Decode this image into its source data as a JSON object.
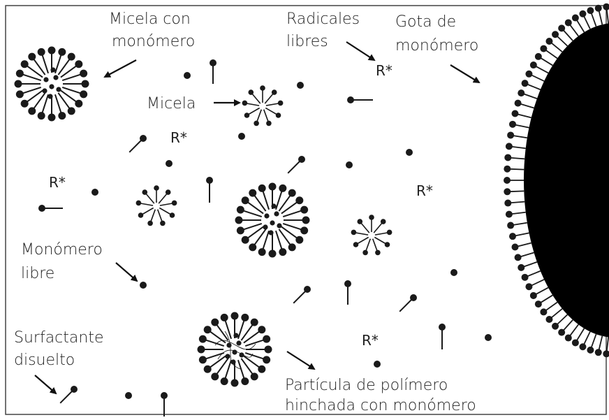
{
  "labels": {
    "micelle_with_monomer": [
      "Micela con",
      "monómero"
    ],
    "free_radicals": [
      "Radicales",
      "libres"
    ],
    "monomer_drop": [
      "Gota de",
      "monómero"
    ],
    "micelle": "Micela",
    "free_monomer": [
      "Monómero",
      "libre"
    ],
    "dissolved_surfactant": [
      "Surfactante",
      "disuelto"
    ],
    "polymer_particle": [
      "Partícula de polímero",
      "hinchada con monómero"
    ],
    "radical_symbol": "R*"
  },
  "colors": {
    "ink": "#1a1a1a",
    "background": "#ffffff",
    "droplet": "#000000"
  }
}
